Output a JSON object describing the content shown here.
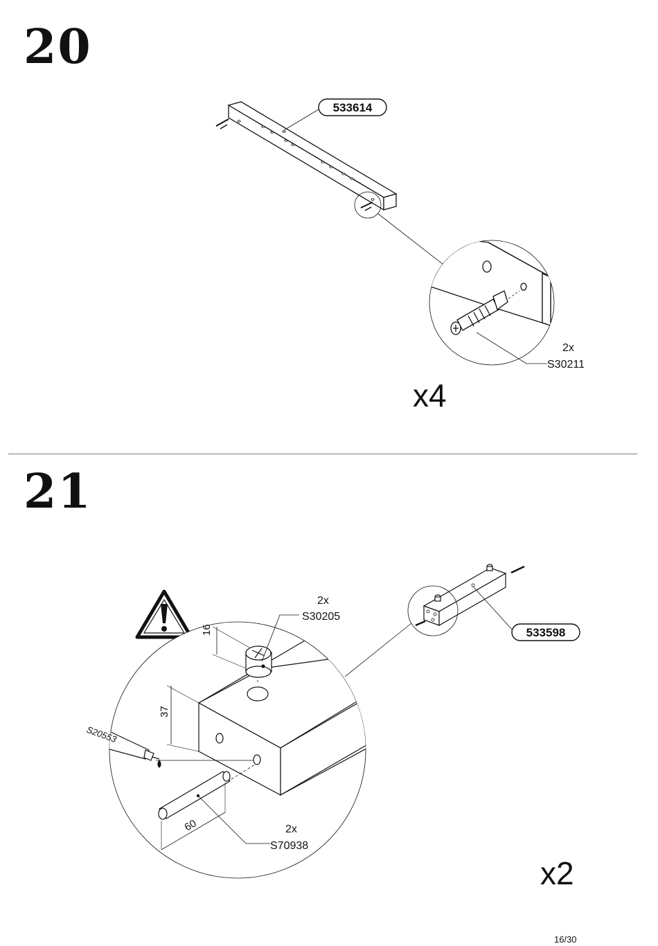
{
  "step20": {
    "number": "20",
    "part_label": "533614",
    "hardware": {
      "qty": "2x",
      "code": "S30211"
    },
    "multiplier": "x4"
  },
  "step21": {
    "number": "21",
    "part_label": "533598",
    "cam_fitting": {
      "qty": "2x",
      "code": "S30205"
    },
    "dowel": {
      "qty": "2x",
      "code": "S70938"
    },
    "glue_code": "S20553",
    "dimensions": {
      "cam_height": "16",
      "hole_depth": "37",
      "dowel_length": "60"
    },
    "multiplier": "x2"
  },
  "footer": {
    "page": "16/30"
  }
}
